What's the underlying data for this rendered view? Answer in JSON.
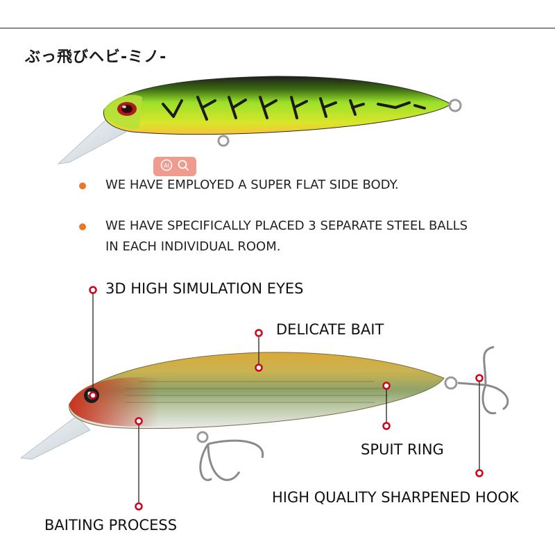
{
  "title": "ぶっ飛びヘビ-ミノ-",
  "bullets": [
    "WE HAVE EMPLOYED A SUPER FLAT SIDE BODY.",
    "WE HAVE SPECIFICALLY PLACED 3 SEPARATE  STEEL BALLS",
    "IN EACH INDIVIDUAL ROOM."
  ],
  "labels": {
    "eyes": "3D HIGH SIMULATION EYES",
    "bait": "DELICATE BAIT",
    "ring": "SPUIT RING",
    "hook": "HIGH QUALITY SHARPENED HOOK",
    "process": "BAITING PROCESS"
  },
  "badge": {
    "icons": [
      "ai-icon",
      "search-icon"
    ]
  },
  "colors": {
    "bullet": "#e8772a",
    "callout": "#d0021b",
    "lure_top_back": "#1d1d1d",
    "lure_top_body": "#9be02a",
    "lure_top_belly": "#f2d82c",
    "lure_bottom_head": "#c8321e",
    "lure_bottom_back": "#d9a93a",
    "lure_bottom_flank": "#b9c6a0"
  }
}
